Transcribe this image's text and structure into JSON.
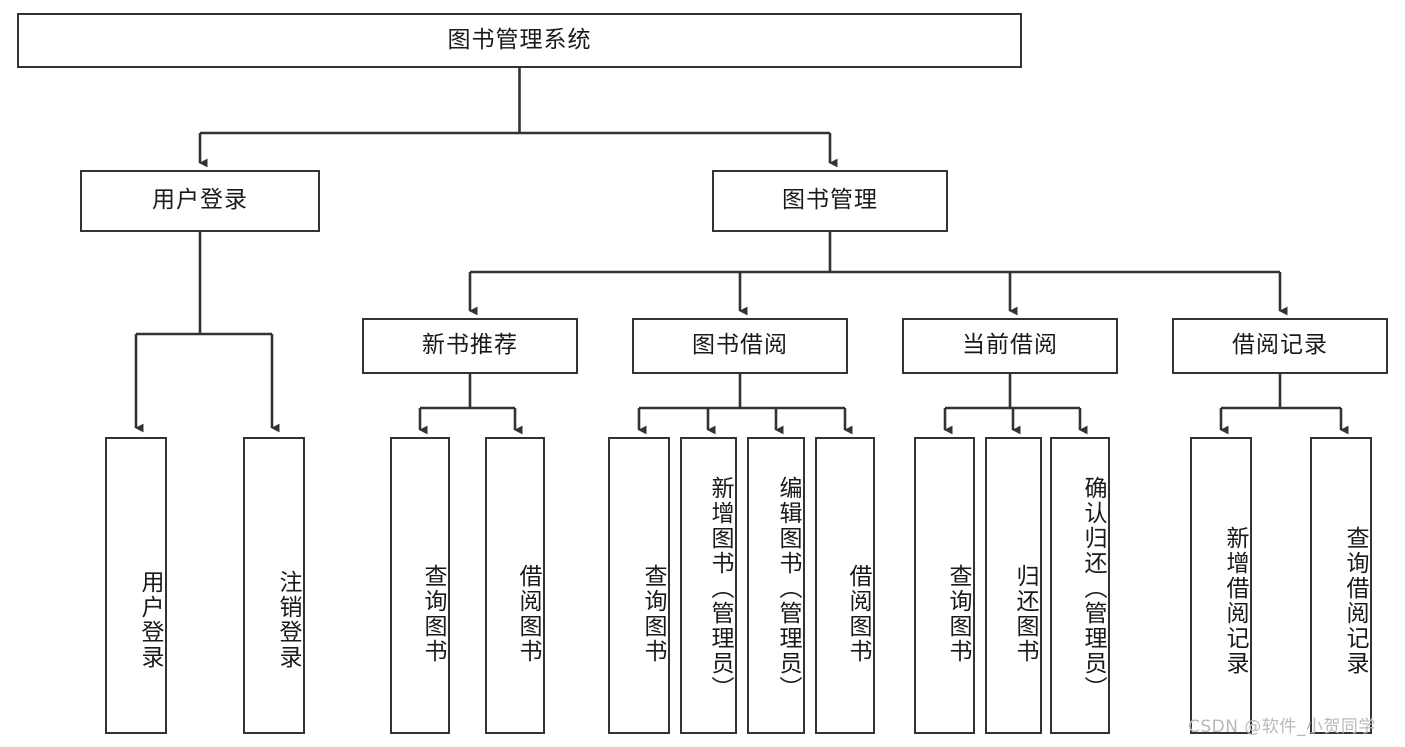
{
  "diagram": {
    "type": "tree-hierarchy-chart",
    "title": "图书管理系统",
    "colors": {
      "box_border": "#333333",
      "box_fill": "#ffffff",
      "line": "#333333",
      "text": "#1a1a1a",
      "watermark": "#b9b9b9",
      "background": "#ffffff"
    },
    "root": {
      "label": "图书管理系统"
    },
    "level2": [
      {
        "label": "用户登录"
      },
      {
        "label": "图书管理"
      }
    ],
    "level3": [
      {
        "label": "新书推荐"
      },
      {
        "label": "图书借阅"
      },
      {
        "label": "当前借阅"
      },
      {
        "label": "借阅记录"
      }
    ],
    "leaves": {
      "user_login": [
        {
          "label": "用户登录"
        },
        {
          "label": "注销登录"
        }
      ],
      "new_book_recommend": [
        {
          "label": "查询图书"
        },
        {
          "label": "借阅图书"
        }
      ],
      "book_borrow": [
        {
          "label": "查询图书"
        },
        {
          "label": "新增图书（管理员）"
        },
        {
          "label": "编辑图书（管理员）"
        },
        {
          "label": "借阅图书"
        }
      ],
      "current_borrow": [
        {
          "label": "查询图书"
        },
        {
          "label": "归还图书"
        },
        {
          "label": "确认归还（管理员）"
        }
      ],
      "borrow_record": [
        {
          "label": "新增借阅记录"
        },
        {
          "label": "查询借阅记录"
        }
      ]
    },
    "watermark": "CSDN @软件_小贺同学"
  }
}
